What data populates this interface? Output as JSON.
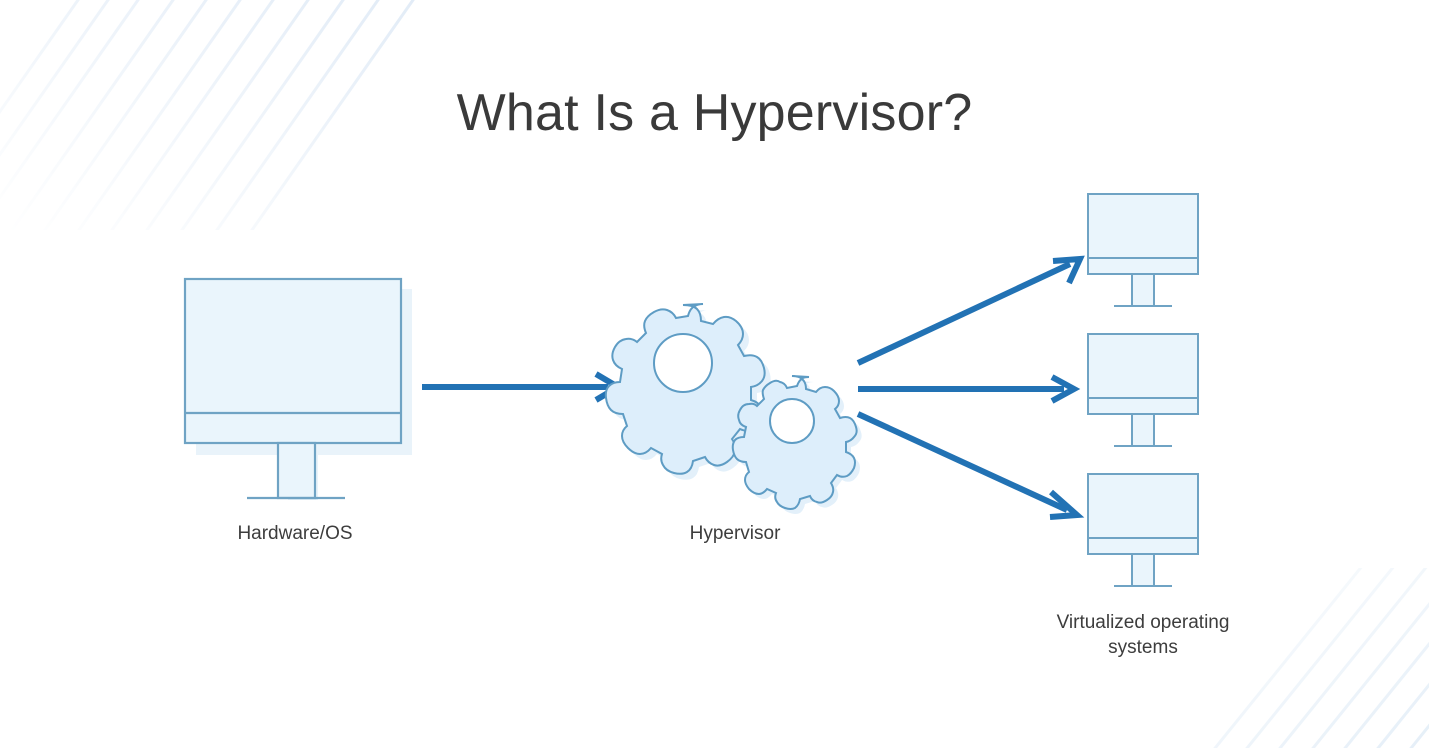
{
  "slide": {
    "title": "What Is a Hypervisor?",
    "background_color": "#ffffff",
    "title_color": "#3a3a3a"
  },
  "theme": {
    "arrow_color": "#2272b4",
    "outline_color": "#6fa3c4",
    "shape_fill": "#e6f2fb",
    "screen_fill": "#eaf5fc",
    "shadow_color": "#e9f3fa",
    "stripe_color": "#e4eef7",
    "caption_color": "#3d3d3d"
  },
  "diagram": {
    "type": "flow",
    "nodes": [
      {
        "id": "hardware",
        "icon": "monitor-icon",
        "caption": "Hardware/OS",
        "count": 1
      },
      {
        "id": "hypervisor",
        "icon": "gears-icon",
        "caption": "Hypervisor",
        "count": 2
      },
      {
        "id": "virtualized-os",
        "icon": "monitor-icon",
        "caption": "Virtualized operating systems",
        "caption_line1": "Virtualized operating",
        "caption_line2": "systems",
        "count": 3
      }
    ],
    "edges": [
      {
        "id": "edge-hardware-to-hypervisor",
        "from": "hardware",
        "to": "hypervisor",
        "direction": "right"
      },
      {
        "id": "edge-hypervisor-to-vm-top",
        "from": "hypervisor",
        "to": "virtualized-os-1",
        "direction": "up-right"
      },
      {
        "id": "edge-hypervisor-to-vm-middle",
        "from": "hypervisor",
        "to": "virtualized-os-2",
        "direction": "right"
      },
      {
        "id": "edge-hypervisor-to-vm-bottom",
        "from": "hypervisor",
        "to": "virtualized-os-3",
        "direction": "down-right"
      }
    ]
  }
}
